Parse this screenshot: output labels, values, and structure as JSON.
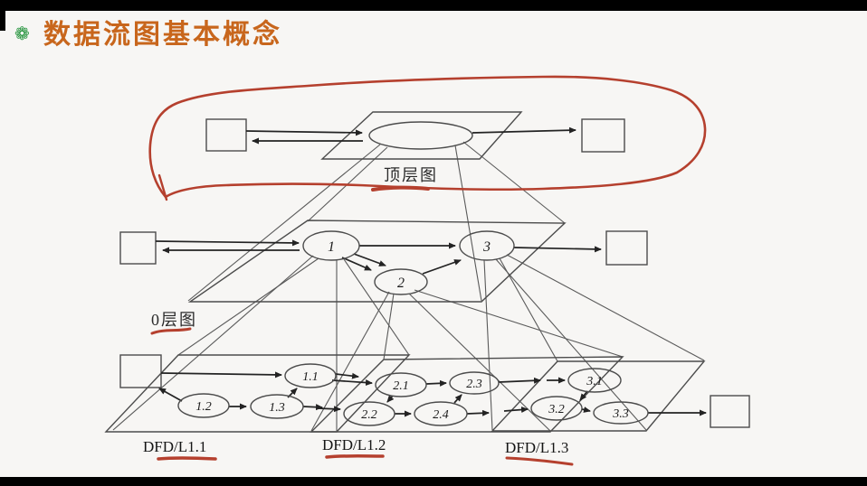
{
  "title": {
    "icon": "flower-icon",
    "icon_char": "❁",
    "text": "数据流图基本概念"
  },
  "diagram": {
    "top_level": {
      "label": "顶层图"
    },
    "level0": {
      "label": "0层图",
      "processes": [
        "1",
        "2",
        "3"
      ]
    },
    "level1": [
      {
        "label": "DFD/L1.1",
        "processes": [
          "1.1",
          "1.2",
          "1.3"
        ]
      },
      {
        "label": "DFD/L1.2",
        "processes": [
          "2.1",
          "2.2",
          "2.3",
          "2.4"
        ]
      },
      {
        "label": "DFD/L1.3",
        "processes": [
          "3.1",
          "3.2",
          "3.3"
        ]
      }
    ]
  },
  "colors": {
    "title_text": "#c8661c",
    "icon_green": "#1f9138",
    "annotation_red": "#b5402e",
    "diagram_line": "#3d3d3d",
    "slide_bg": "#f7f6f4",
    "letterbox": "#000000"
  }
}
